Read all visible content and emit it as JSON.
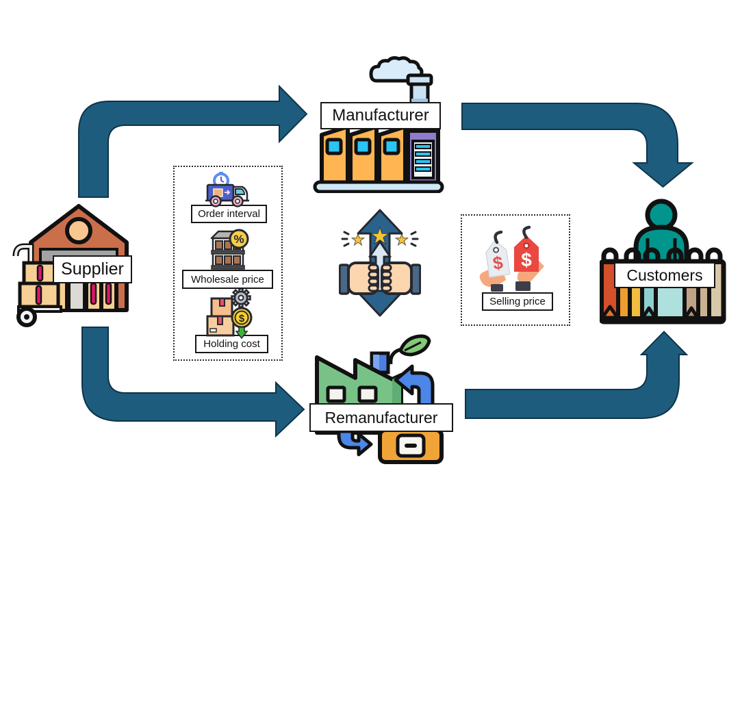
{
  "diagram": {
    "nodes": {
      "supplier": {
        "label": "Supplier",
        "icon": "warehouse-handtruck-icon"
      },
      "manufacturer": {
        "label": "Manufacturer",
        "icon": "factory-chimney-icon"
      },
      "remanufacturer": {
        "label": "Remanufacturer",
        "icon": "green-recycling-factory-icon"
      },
      "customers": {
        "label": "Customers",
        "icon": "person-shopping-bags-icon"
      }
    },
    "left_factor_box": {
      "items": [
        {
          "label": "Order interval",
          "icon": "delivery-truck-timer-icon"
        },
        {
          "label": "Wholesale price",
          "icon": "building-percent-icon"
        },
        {
          "label": "Holding cost",
          "icon": "boxes-coin-gear-icon"
        }
      ]
    },
    "right_factor_box": {
      "items": [
        {
          "label": "Selling price",
          "icon": "price-tags-hands-icon"
        }
      ]
    },
    "center": {
      "icon": "fist-bump-stars-updown-arrow-icon"
    },
    "glyphs": {
      "dollar": "$",
      "percent": "%",
      "star": "★"
    },
    "colors": {
      "flow_arrow": "#1E5C7E",
      "flow_arrow_edge": "#0d3448",
      "supplier_building": "#CA6F4A",
      "manufacturer_building": "#FFB552",
      "remanufacturer_building": "#79C287",
      "customers_person": "#00968E",
      "recycle_arrow_blue": "#4C86E8",
      "tag_red": "#EA4840",
      "coin_yellow": "#F7D030"
    }
  }
}
